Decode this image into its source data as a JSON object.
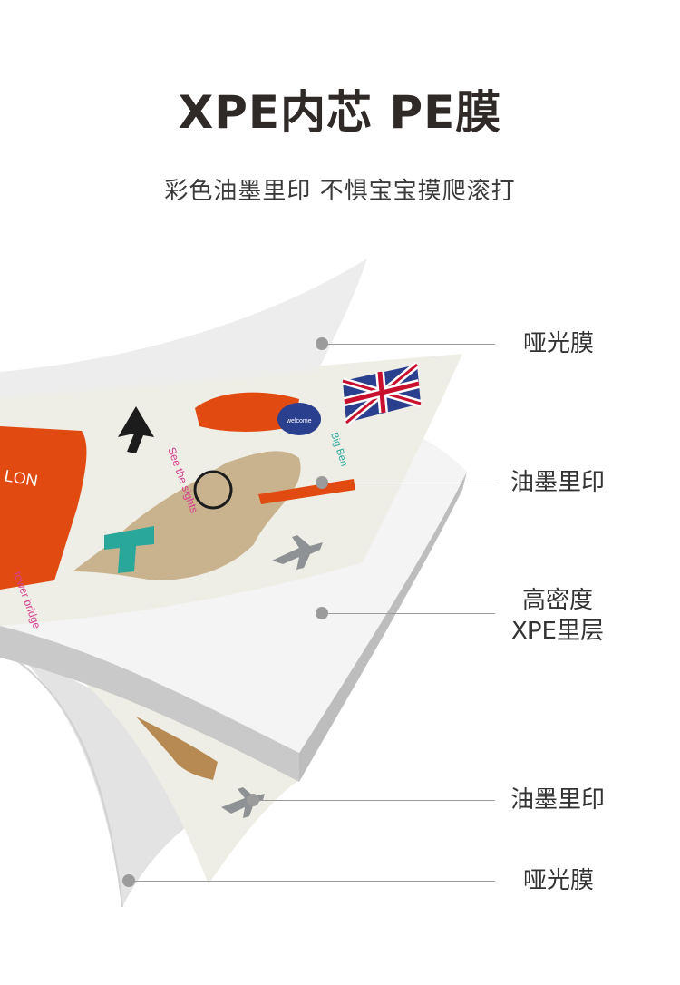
{
  "header": {
    "title": "XPE内芯 PE膜",
    "subtitle": "彩色油墨里印 不惧宝宝摸爬滚打"
  },
  "layers": [
    {
      "label": "哑光膜"
    },
    {
      "label": "油墨里印"
    },
    {
      "label_line1": "高密度",
      "label_line2": "XPE里层"
    },
    {
      "label": "油墨里印"
    },
    {
      "label": "哑光膜"
    }
  ],
  "print_art": {
    "texts": [
      "See the sights",
      "tower bridge",
      "Big Ben",
      "welcome",
      "LON"
    ]
  },
  "colors": {
    "title": "#2f2a28",
    "matte_film": "#ededed",
    "print_background": "#efeee6",
    "xpe_core": "#f5f5f5",
    "accent_orange": "#e14b12",
    "accent_teal": "#2aa79b",
    "map_tan": "#c9b38e"
  }
}
